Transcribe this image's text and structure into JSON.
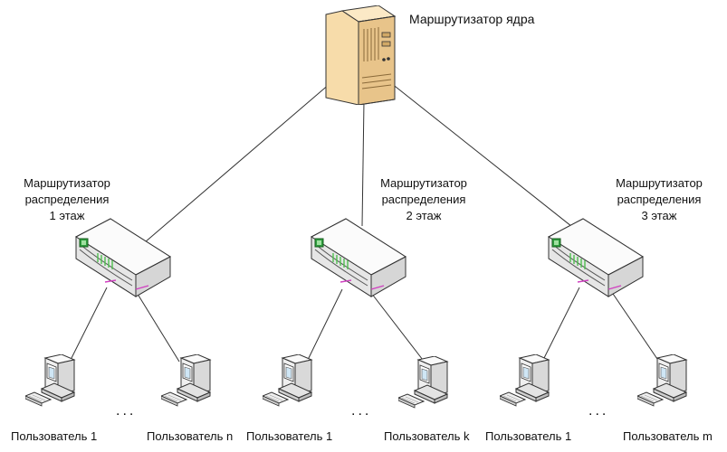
{
  "core_router": {
    "label": "Маршрутизатор ядра",
    "icon": "server-tower-icon"
  },
  "distribution_routers": [
    {
      "line1": "Маршрутизатор",
      "line2": "распределения",
      "line3": "1 этаж",
      "icon": "router-icon"
    },
    {
      "line1": "Маршрутизатор",
      "line2": "распределения",
      "line3": "2 этаж",
      "icon": "router-icon"
    },
    {
      "line1": "Маршрутизатор",
      "line2": "распределения",
      "line3": "3 этаж",
      "icon": "router-icon"
    }
  ],
  "users": [
    {
      "left": "Пользователь 1",
      "right": "Пользователь n",
      "dots": "..."
    },
    {
      "left": "Пользователь 1",
      "right": "Пользователь k",
      "dots": "..."
    },
    {
      "left": "Пользователь 1",
      "right": "Пользователь m",
      "dots": "..."
    }
  ],
  "colors": {
    "line": "#333333",
    "server_body": "#f5dcb0",
    "router_body": "#ececec",
    "led_green": "#2e9e3e",
    "port_green": "#4fbf4f",
    "accent_magenta": "#d040c0",
    "pc_body": "#efefef"
  }
}
